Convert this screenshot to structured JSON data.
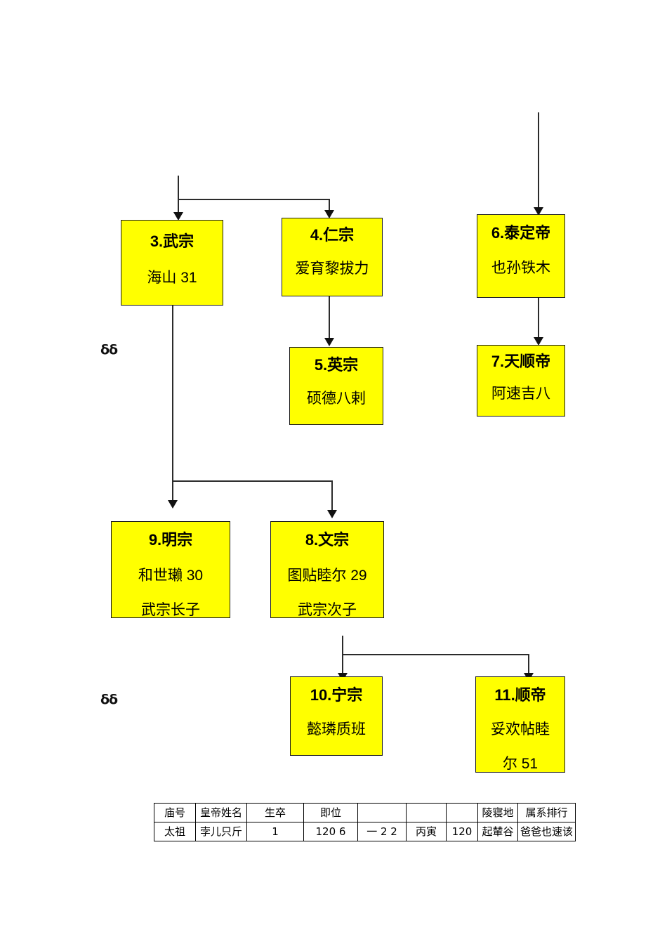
{
  "diagram": {
    "title_note": "Yuan dynasty emperor succession chart",
    "accent_box_color": "#ffff00",
    "line_color": "#2b2b2b",
    "nodes": [
      {
        "id": "node-3",
        "title": "3.武宗",
        "sub": "海山 31",
        "sub2": ""
      },
      {
        "id": "node-4",
        "title": "4.仁宗",
        "sub": "爱育黎拔力",
        "sub2": ""
      },
      {
        "id": "node-5",
        "title": "5.英宗",
        "sub": "硕德八剌",
        "sub2": ""
      },
      {
        "id": "node-6",
        "title": "6.泰定帝",
        "sub": "也孙铁木",
        "sub2": ""
      },
      {
        "id": "node-7",
        "title": "7.天顺帝",
        "sub": "阿速吉八",
        "sub2": ""
      },
      {
        "id": "node-8",
        "title": "8.文宗",
        "sub": "图贴睦尔 29",
        "sub2": "武宗次子"
      },
      {
        "id": "node-9",
        "title": "9.明宗",
        "sub": "和世瓎 30",
        "sub2": "武宗长子"
      },
      {
        "id": "node-10",
        "title": "10.宁宗",
        "sub": "懿璘质班",
        "sub2": ""
      },
      {
        "id": "node-11",
        "title": "11.顺帝",
        "sub": "妥欢帖睦",
        "sub2": "尔 51"
      }
    ],
    "marks": [
      {
        "id": "mark-upper",
        "text": "δδ"
      },
      {
        "id": "mark-lower",
        "text": "δδ"
      }
    ]
  },
  "legend_table": {
    "headers": [
      "庙号",
      "皇帝姓名",
      "生卒",
      "即位",
      "",
      "",
      "",
      "陵寝地",
      "属系排行"
    ],
    "rows": [
      [
        "太祖",
        "孛儿只斤",
        "1",
        "120 6",
        "一 2 2",
        "丙寅",
        "120",
        "起輦谷",
        "爸爸也速该"
      ]
    ]
  }
}
